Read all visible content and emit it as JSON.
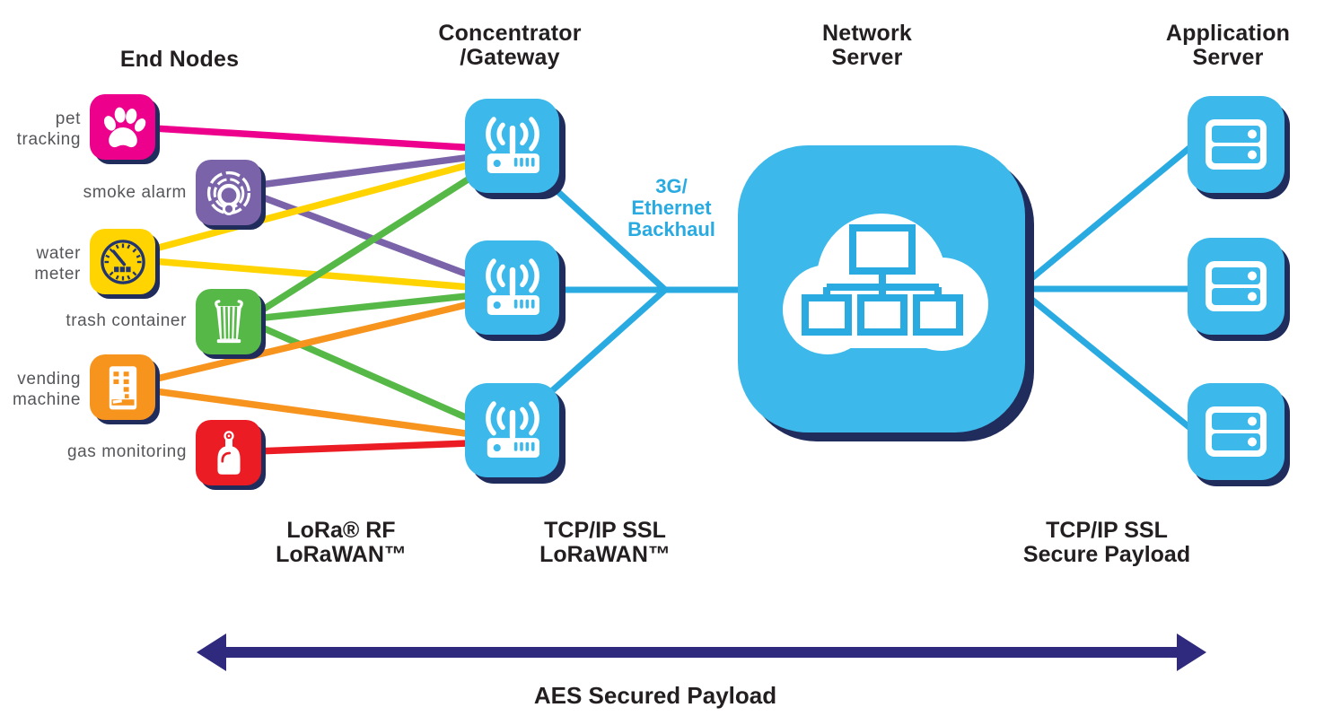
{
  "headers": {
    "end_nodes": "End Nodes",
    "gateway_line1": "Concentrator",
    "gateway_line2": "/Gateway",
    "network_line1": "Network",
    "network_line2": "Server",
    "app_line1": "Application",
    "app_line2": "Server"
  },
  "end_nodes": [
    {
      "label": "pet tracking",
      "color": "#EC008C",
      "icon": "paw-icon"
    },
    {
      "label": "smoke alarm",
      "color": "#7A63A9",
      "icon": "smoke-alarm-icon"
    },
    {
      "label": "water meter",
      "color": "#FFD400",
      "icon": "water-meter-icon"
    },
    {
      "label": "trash container",
      "color": "#56B947",
      "icon": "trash-container-icon"
    },
    {
      "label": "vending machine",
      "color": "#F7941E",
      "icon": "vending-machine-icon"
    },
    {
      "label": "gas monitoring",
      "color": "#EC1C24",
      "icon": "gas-cylinder-icon"
    }
  ],
  "backhaul_label": {
    "line1": "3G/",
    "line2": "Ethernet",
    "line3": "Backhaul"
  },
  "protocol_labels": {
    "lora_line1": "LoRa® RF",
    "lora_line2": "LoRaWAN™",
    "tcp_gw_line1": "TCP/IP SSL",
    "tcp_gw_line2": "LoRaWAN™",
    "tcp_app_line1": "TCP/IP SSL",
    "tcp_app_line2": "Secure Payload"
  },
  "arrow_label": "AES Secured Payload",
  "connections": {
    "pet_tracking": [
      "gateway-1"
    ],
    "smoke_alarm": [
      "gateway-1",
      "gateway-2"
    ],
    "water_meter": [
      "gateway-1",
      "gateway-2"
    ],
    "trash_container": [
      "gateway-1",
      "gateway-2",
      "gateway-3"
    ],
    "vending_machine": [
      "gateway-2",
      "gateway-3"
    ],
    "gas_monitoring": [
      "gateway-3"
    ],
    "gateway-1": [
      "network-server"
    ],
    "gateway-2": [
      "network-server"
    ],
    "gateway-3": [
      "network-server"
    ],
    "network-server": [
      "app-server-1",
      "app-server-2",
      "app-server-3"
    ]
  },
  "colors": {
    "magenta": "#EC008C",
    "purple": "#7A63A9",
    "yellow": "#FFD400",
    "green": "#56B947",
    "orange": "#F7941E",
    "red": "#EC1C24",
    "cyan_line": "#29ABE2",
    "icon_blue": "#3CB9EA",
    "shadow_navy": "#1F2C5C",
    "arrow_indigo": "#302A7E",
    "heading_text": "#231F20",
    "node_label_text": "#55565A"
  }
}
